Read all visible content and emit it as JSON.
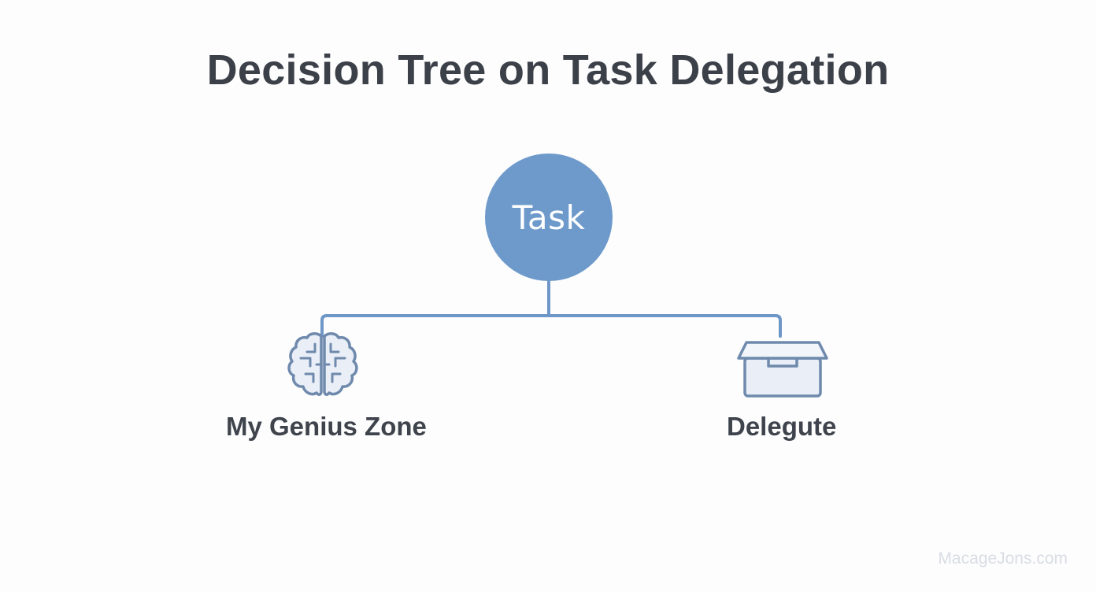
{
  "diagram": {
    "title": "Decision Tree on Task Delegation",
    "root": {
      "label": "Task"
    },
    "branches": [
      {
        "label": "My Genius Zone",
        "icon": "brain-icon"
      },
      {
        "label": "Delegute",
        "icon": "box-icon"
      }
    ],
    "watermark": "MacageJons.com"
  },
  "colors": {
    "node_fill": "#6e9acb",
    "connector": "#6e96c6",
    "icon_stroke": "#6f8aac",
    "icon_fill": "#e9eef7",
    "text": "#3e434c",
    "background": "#fdfdfe"
  }
}
